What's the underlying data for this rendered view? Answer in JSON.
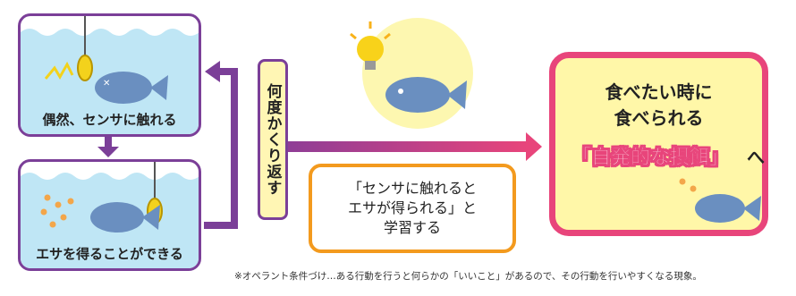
{
  "panels": [
    {
      "caption": "偶然、センサに触れる"
    },
    {
      "caption": "エサを得ることができる"
    }
  ],
  "repeat_label": "何度かくり返す",
  "learning": {
    "lines": [
      "「センサに触れると",
      "エサが得られる」と",
      "学習する"
    ]
  },
  "goal": {
    "line1": "食べたい時に",
    "line2": "食べられる",
    "highlight": "「自発的な摂餌」",
    "suffix": "へ"
  },
  "footnote": "※オペラント条件づけ…ある行動を行うと何らかの「いいこと」があるので、その行動を行いやすくなる現象。",
  "colors": {
    "purple": "#7b3f98",
    "pink": "#e8457b",
    "orange": "#f39a1e",
    "yellow": "#fff7a8",
    "water": "#bfe6f5",
    "fish": "#6a8fc0"
  }
}
